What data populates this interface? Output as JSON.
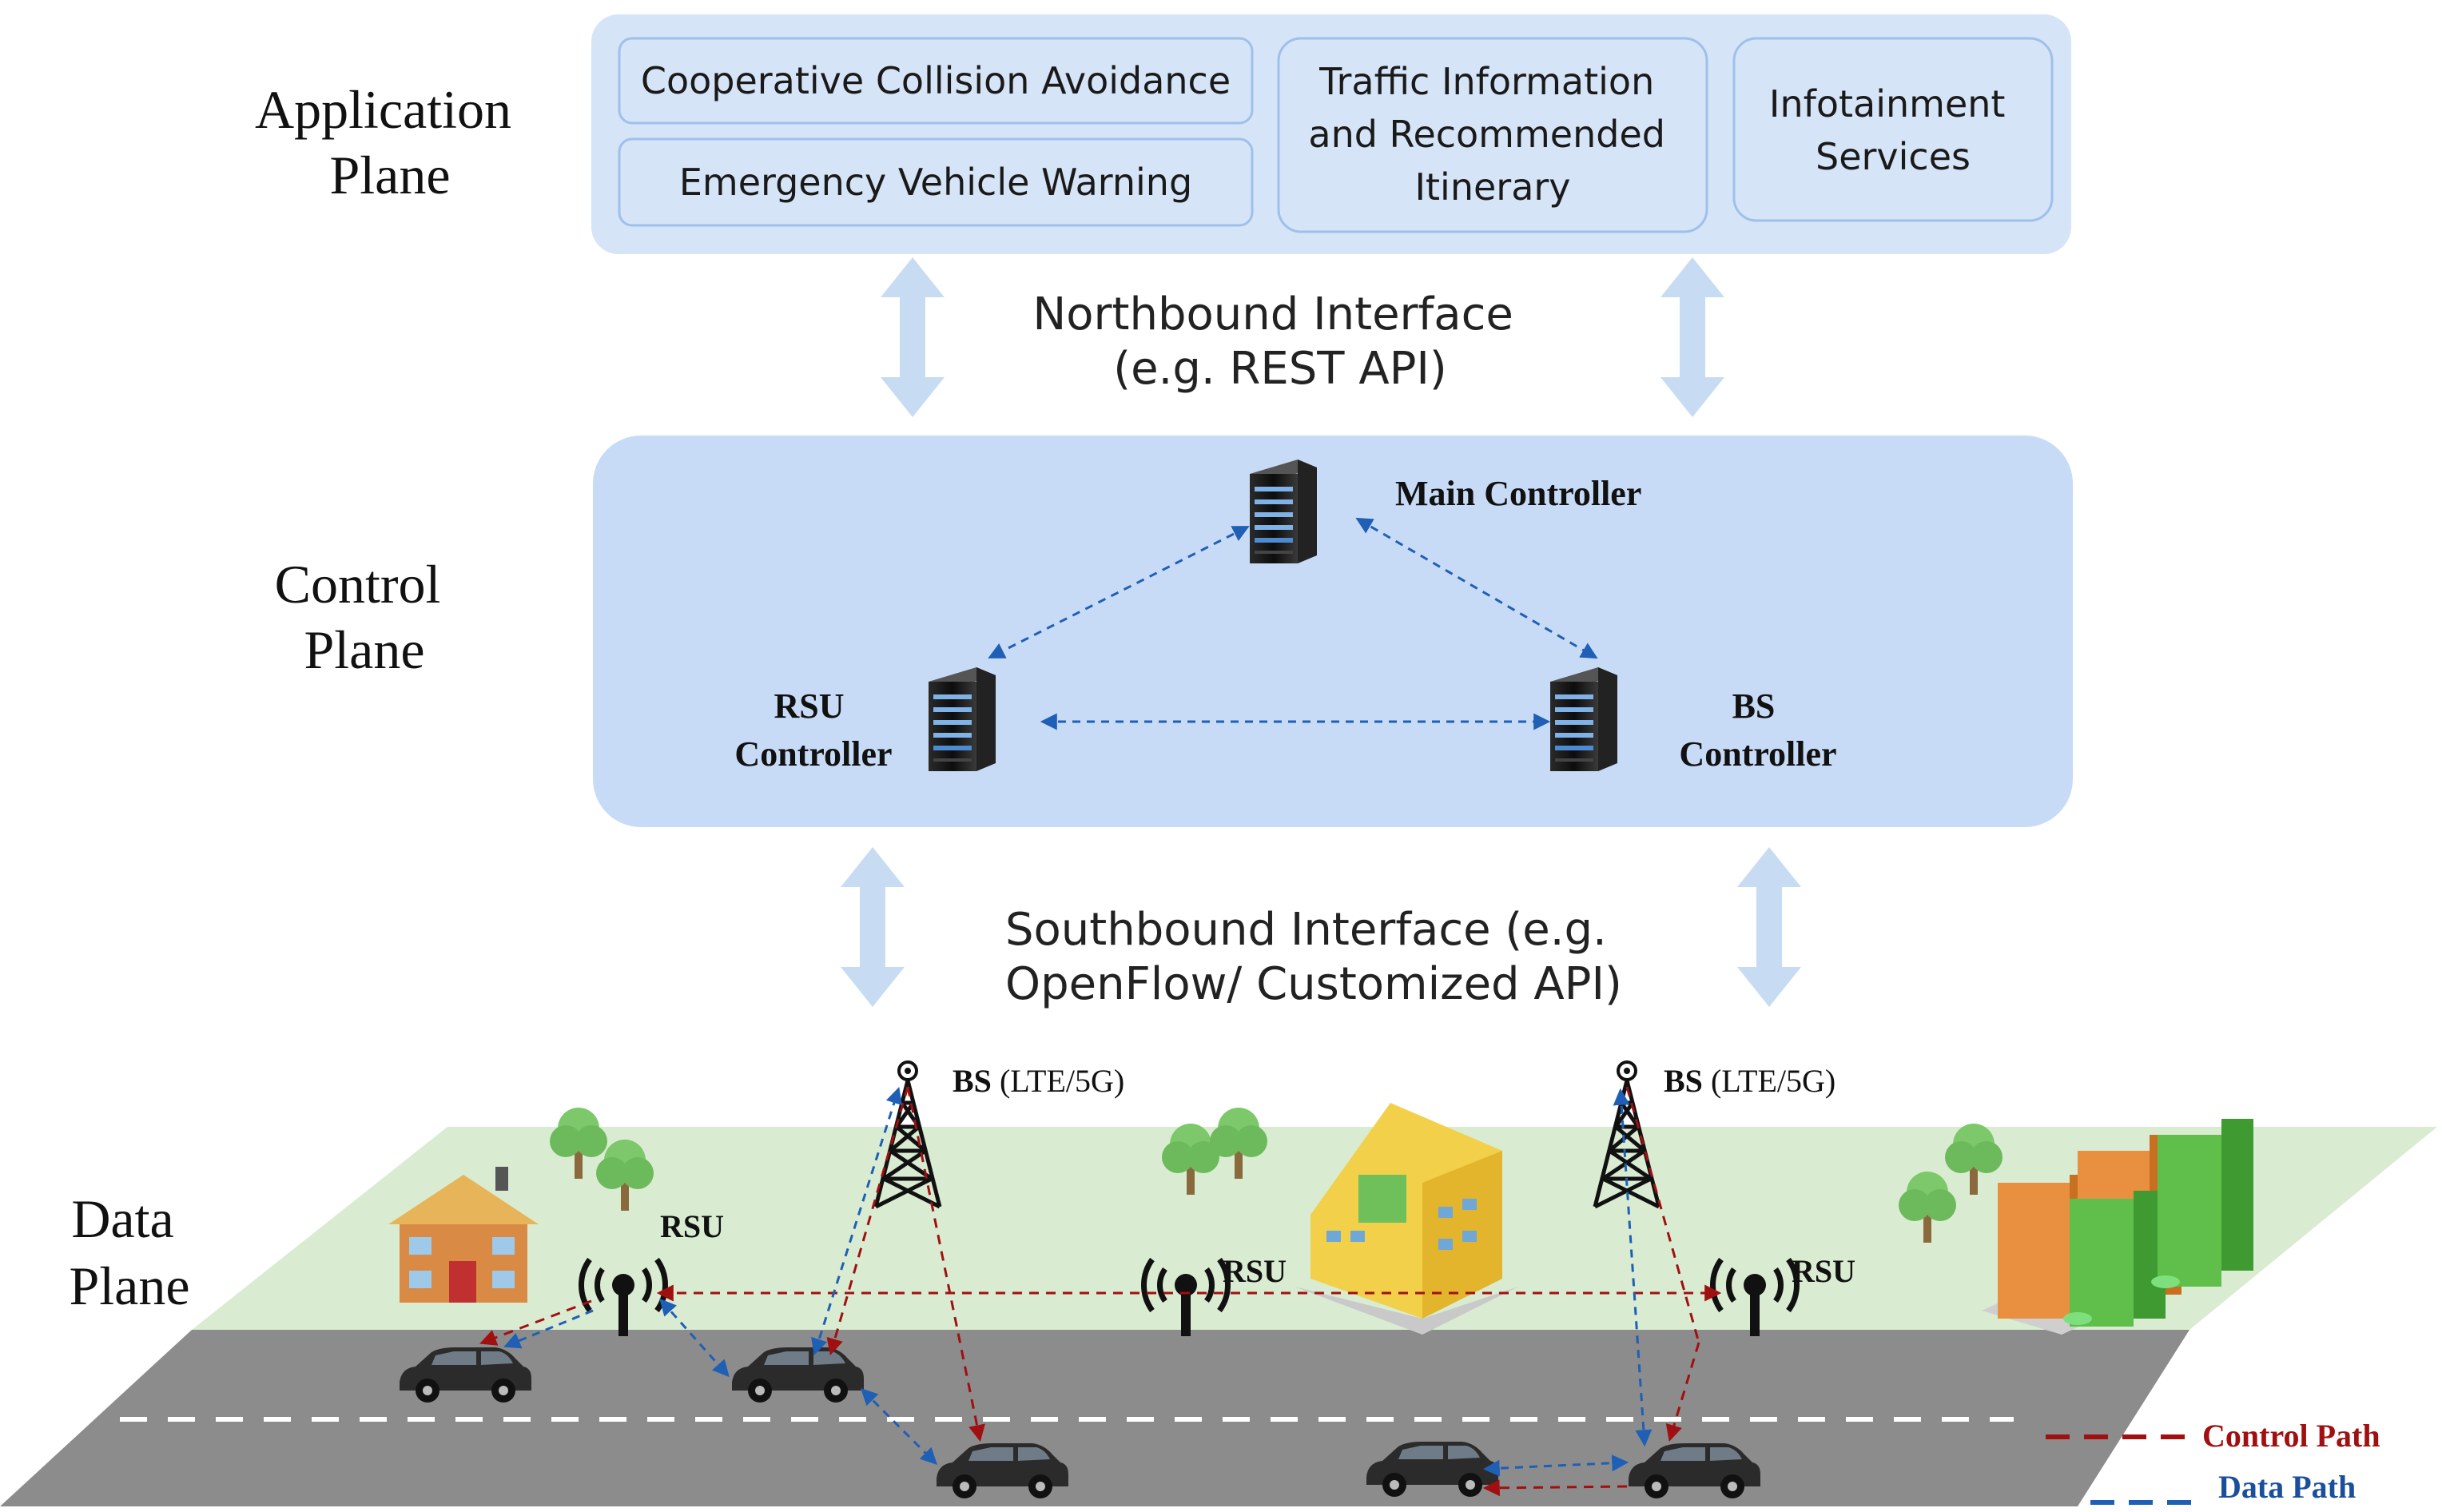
{
  "planes": {
    "application": [
      "Application",
      "Plane"
    ],
    "control": [
      "Control",
      "Plane"
    ],
    "data": [
      "Data",
      "Plane"
    ]
  },
  "applications": {
    "collision": "Cooperative Collision Avoidance",
    "emergency": "Emergency  Vehicle Warning",
    "traffic": [
      "Traffic Information",
      "and Recommended",
      "Itinerary"
    ],
    "infotainment": [
      "Infotainment",
      "Services"
    ]
  },
  "interfaces": {
    "northbound": [
      "Northbound Interface",
      "(e.g. REST API)"
    ],
    "southbound": [
      "Southbound Interface (e.g.",
      "OpenFlow/ Customized API)"
    ]
  },
  "controllers": {
    "main": "Main Controller",
    "rsu": [
      "RSU",
      "Controller"
    ],
    "bs": [
      "BS",
      "Controller"
    ]
  },
  "data_plane": {
    "bs_label_bold": "BS",
    "bs_label_rest": " (LTE/5G)",
    "rsu_label": "RSU"
  },
  "legend": {
    "control": "Control Path",
    "data": "Data Path"
  },
  "colors": {
    "app_bg": "#d6e4f7",
    "control_bg": "#c8dbf6",
    "ground": "#d9ecd2",
    "road": "#8c8c8c",
    "control_path": "#a01010",
    "data_path": "#1f5fb5",
    "interface_arrow": "#c7dcf3"
  }
}
